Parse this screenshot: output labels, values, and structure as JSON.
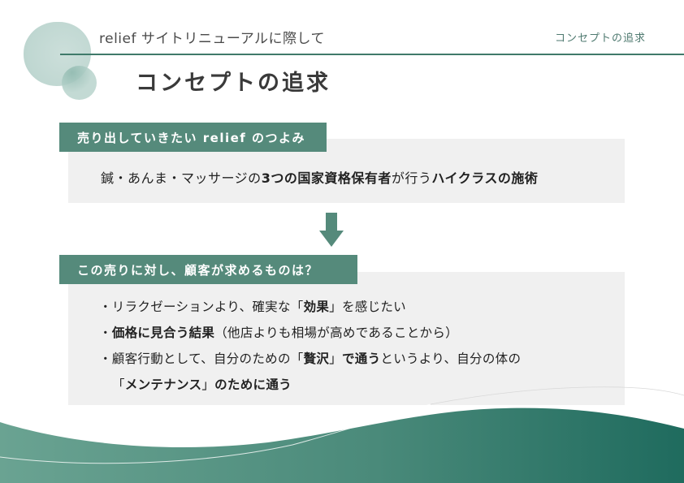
{
  "header": {
    "site_title": "relief サイトリニューアルに際して",
    "section_label": "コンセプトの追求",
    "page_title": "コンセプトの追求"
  },
  "strength": {
    "tag": "売り出していきたい relief のつよみ",
    "text_parts": {
      "normal1": "鍼・あんま・マッサージの",
      "bold1": "3つの国家資格保有者",
      "normal2": "が行う",
      "bold2": "ハイクラスの施術"
    }
  },
  "arrow": {
    "icon": "down-arrow-icon",
    "color": "#558a7b"
  },
  "needs": {
    "tag": "この売りに対し、顧客が求めるものは？",
    "items": [
      {
        "p1": "・リラクゼーションより、確実な「",
        "b1": "効果",
        "p2": "」を感じたい"
      },
      {
        "p1": "・",
        "b1": "価格に見合う結果",
        "p2": "（他店よりも相場が高めであることから）"
      },
      {
        "p1": "・顧客行動として、自分のための「",
        "b1": "贅沢",
        "p2": "」",
        "b2": "で通う",
        "p3": "というより、自分の体の"
      },
      {
        "p1": "「",
        "b1": "メンテナンス",
        "p2": "」",
        "b2": "のために通う"
      }
    ]
  },
  "colors": {
    "accent": "#558a7b",
    "header_line": "#3f7a6a",
    "panel_bg": "#f0f0f0",
    "wave_start": "#6aa392",
    "wave_end": "#1f6b5e"
  }
}
